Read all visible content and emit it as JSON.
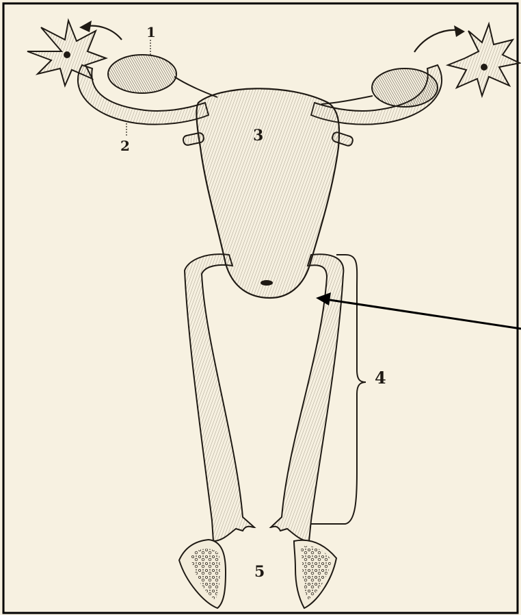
{
  "figure": {
    "labels": {
      "l1": "1",
      "l2": "2",
      "l3": "3",
      "l4": "4",
      "l5": "5"
    }
  },
  "colors": {
    "paper": "#f7f1e1",
    "ink": "#1f1a14",
    "frame": "#000000"
  }
}
